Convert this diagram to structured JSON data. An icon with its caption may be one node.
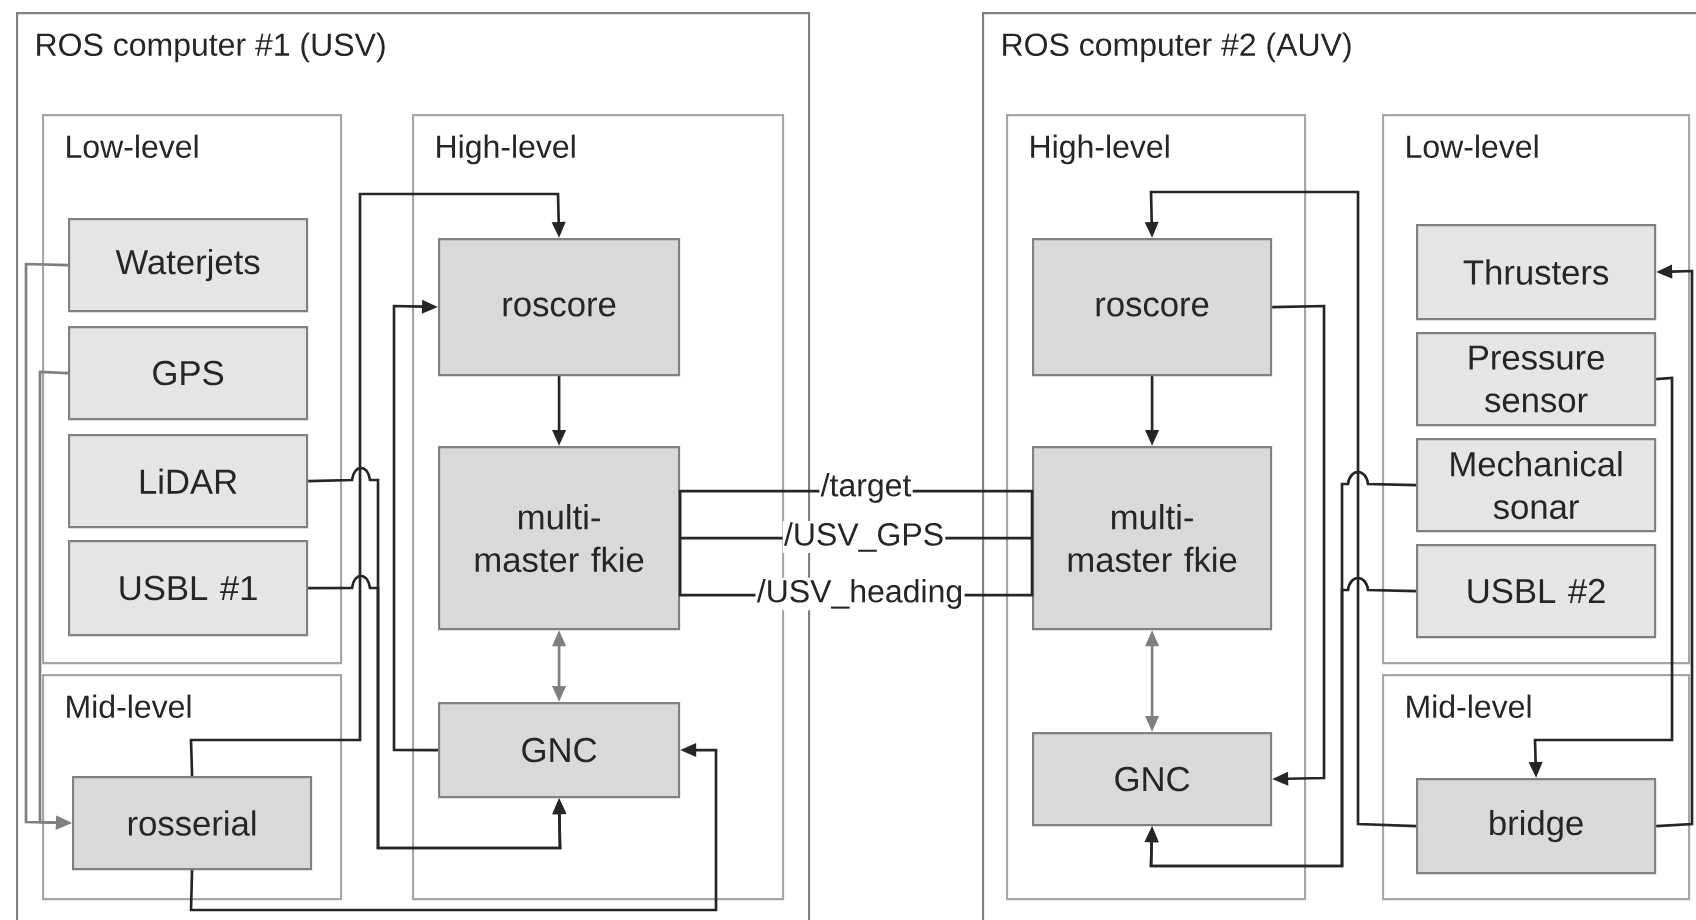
{
  "diagram": {
    "nodes": [
      {
        "text": [
          "ROS computer #1 (USV)"
        ]
      },
      {
        "text": [
          "Low-level"
        ],
        "in": 0
      },
      {
        "text": [
          "Waterjets"
        ],
        "in": 1
      },
      {
        "text": [
          "GPS"
        ],
        "in": 1
      },
      {
        "text": [
          "LiDAR"
        ],
        "in": 1
      },
      {
        "text": [
          "USBL #1"
        ],
        "in": 1
      },
      {
        "text": [
          "High-level"
        ],
        "in": 0
      },
      {
        "text": [
          "roscore"
        ],
        "in": 6
      },
      {
        "text": [
          "multi-master fkie"
        ],
        "in": 6
      },
      {
        "text": [
          "GNC"
        ],
        "in": 6
      },
      {
        "text": [
          "Mid-level"
        ],
        "in": 0
      },
      {
        "text": [
          "rosserial"
        ],
        "in": 10
      },
      {
        "text": [
          "ROS computer #2 (AUV)"
        ]
      },
      {
        "text": [
          "High-level"
        ],
        "in": 12
      },
      {
        "text": [
          "roscore"
        ],
        "in": 13
      },
      {
        "text": [
          "multi-master fkie"
        ],
        "in": 13
      },
      {
        "text": [
          "GNC"
        ],
        "in": 13
      },
      {
        "text": [
          "Low-level"
        ],
        "in": 12
      },
      {
        "text": [
          "Thrusters"
        ],
        "in": 17
      },
      {
        "text": [
          "Pressure sensor"
        ],
        "in": 17
      },
      {
        "text": [
          "Mechanical sonar"
        ],
        "in": 17
      },
      {
        "text": [
          "USBL #2"
        ],
        "in": 17
      },
      {
        "text": [
          "Mid-level"
        ],
        "in": 12
      },
      {
        "text": [
          "bridge"
        ],
        "in": 22
      }
    ],
    "edges": [
      {
        "from": 2,
        "to": 11,
        "arrow": "to",
        "color": "#7f7f7f"
      },
      {
        "from": 3,
        "to": 11,
        "arrow": "to",
        "color": "#7f7f7f"
      },
      {
        "from": 4,
        "to": 9,
        "arrow": "to"
      },
      {
        "from": 5,
        "to": 9,
        "arrow": "to"
      },
      {
        "from": 9,
        "to": 7,
        "arrow": "to"
      },
      {
        "from": 11,
        "to": 7,
        "arrow": "to"
      },
      {
        "from": 11,
        "to": 9,
        "arrow": "to"
      },
      {
        "from": 7,
        "to": 8,
        "arrow": "to"
      },
      {
        "from": 8,
        "to": 9,
        "arrow": "both",
        "color": "#7f7f7f"
      },
      {
        "from": 8,
        "to": 15,
        "arrow": "none",
        "label": "/target"
      },
      {
        "from": 8,
        "to": 15,
        "arrow": "none",
        "label": "/USV_GPS"
      },
      {
        "from": 8,
        "to": 15,
        "arrow": "none",
        "label": "/USV_heading"
      },
      {
        "from": 14,
        "to": 15,
        "arrow": "to"
      },
      {
        "from": 15,
        "to": 16,
        "arrow": "both",
        "color": "#7f7f7f"
      },
      {
        "from": 14,
        "to": 16,
        "arrow": "to"
      },
      {
        "from": 23,
        "to": 14,
        "arrow": "to"
      },
      {
        "from": 20,
        "to": 16,
        "arrow": "to"
      },
      {
        "from": 21,
        "to": 16,
        "arrow": "to"
      },
      {
        "from": 19,
        "to": 23,
        "arrow": "to"
      },
      {
        "from": 23,
        "to": 18,
        "arrow": "to"
      }
    ]
  }
}
